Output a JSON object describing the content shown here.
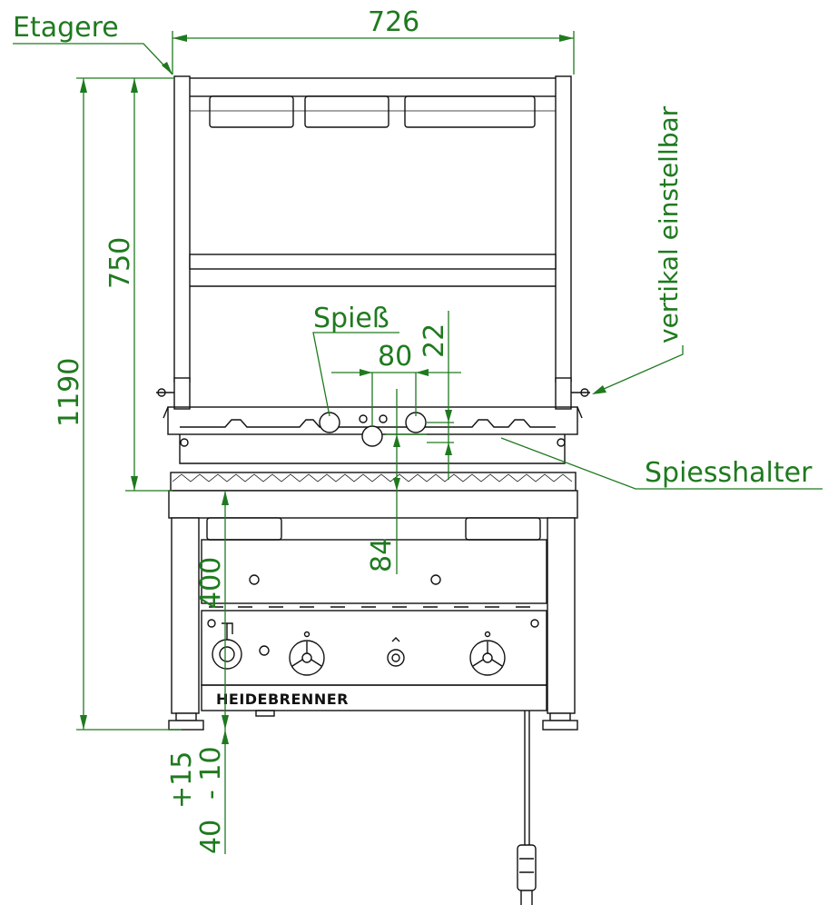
{
  "labels": {
    "etagere": "Etagere",
    "spiess": "Spieß",
    "spiesshalter": "Spiesshalter",
    "vertikal": "vertikal einstellbar",
    "brand": "HEIDEBRENNER"
  },
  "dimensions": {
    "width": "726",
    "h1190": "1190",
    "h750": "750",
    "d80": "80",
    "d22": "22",
    "d84": "84",
    "d400": "400",
    "d15": "+15",
    "d10": "- 10",
    "d40": "40"
  },
  "colors": {
    "dimension": "#1f7a1f",
    "outline": "#111111"
  }
}
